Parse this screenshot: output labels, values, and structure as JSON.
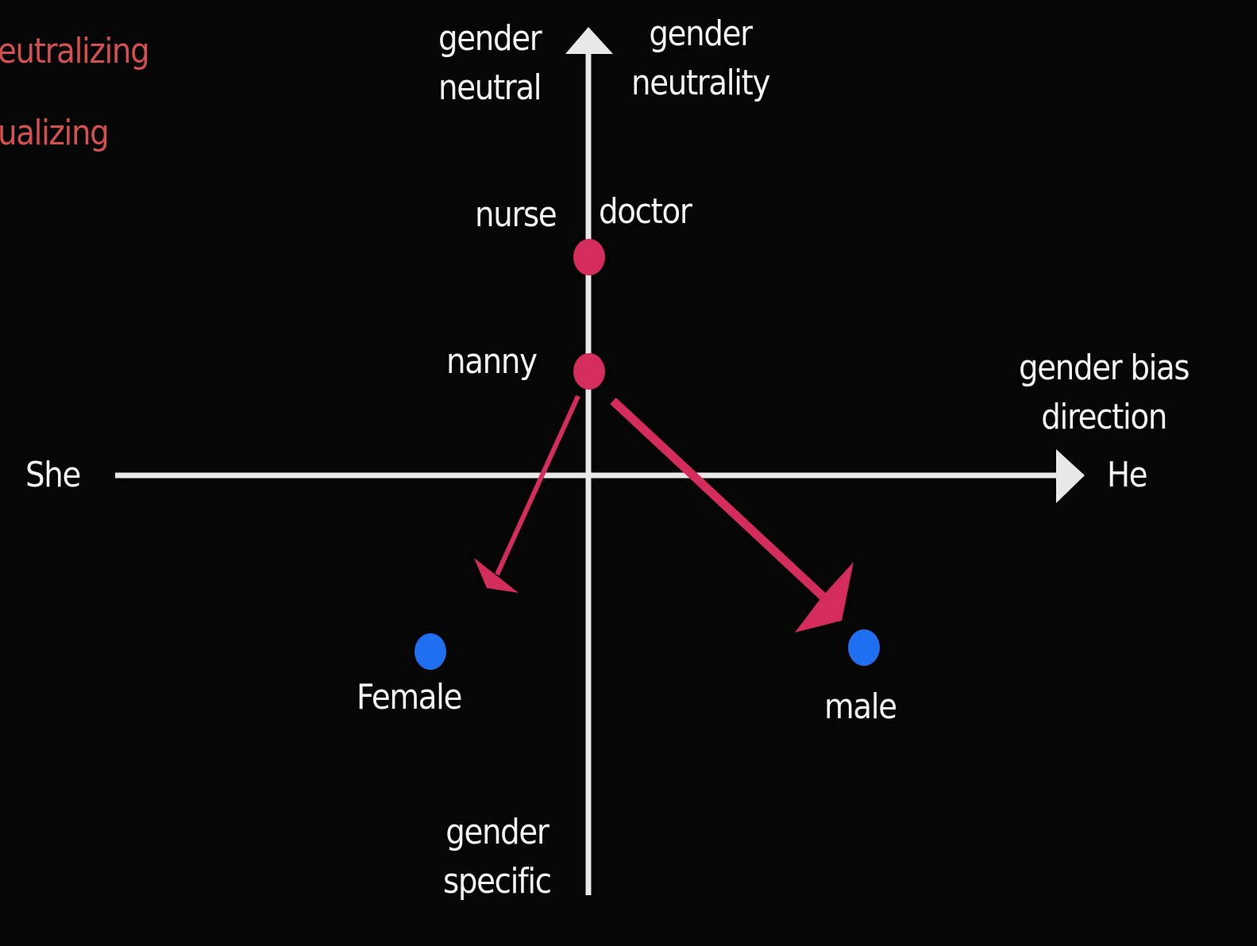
{
  "slide": {
    "side_list": [
      "eutralizing",
      "ualizing"
    ],
    "vertical_axis": {
      "top_left_label": "gender\nneutral",
      "top_right_label": "gender\nneutrality",
      "bottom_label": "gender\nspecific"
    },
    "horizontal_axis": {
      "left_label": "She",
      "right_label": "He",
      "title": "gender bias\ndirection"
    },
    "points": {
      "nurse": "nurse",
      "doctor": "doctor",
      "nanny": "nanny",
      "female": "Female",
      "male": "male"
    },
    "colors": {
      "background": "#050505",
      "axis": "#e8e8e8",
      "neutral_word_dot": "#d42d5b",
      "anchor_dot": "#1f6ff0",
      "arrow": "#d42d5b",
      "side_text": "#d2504f"
    }
  }
}
